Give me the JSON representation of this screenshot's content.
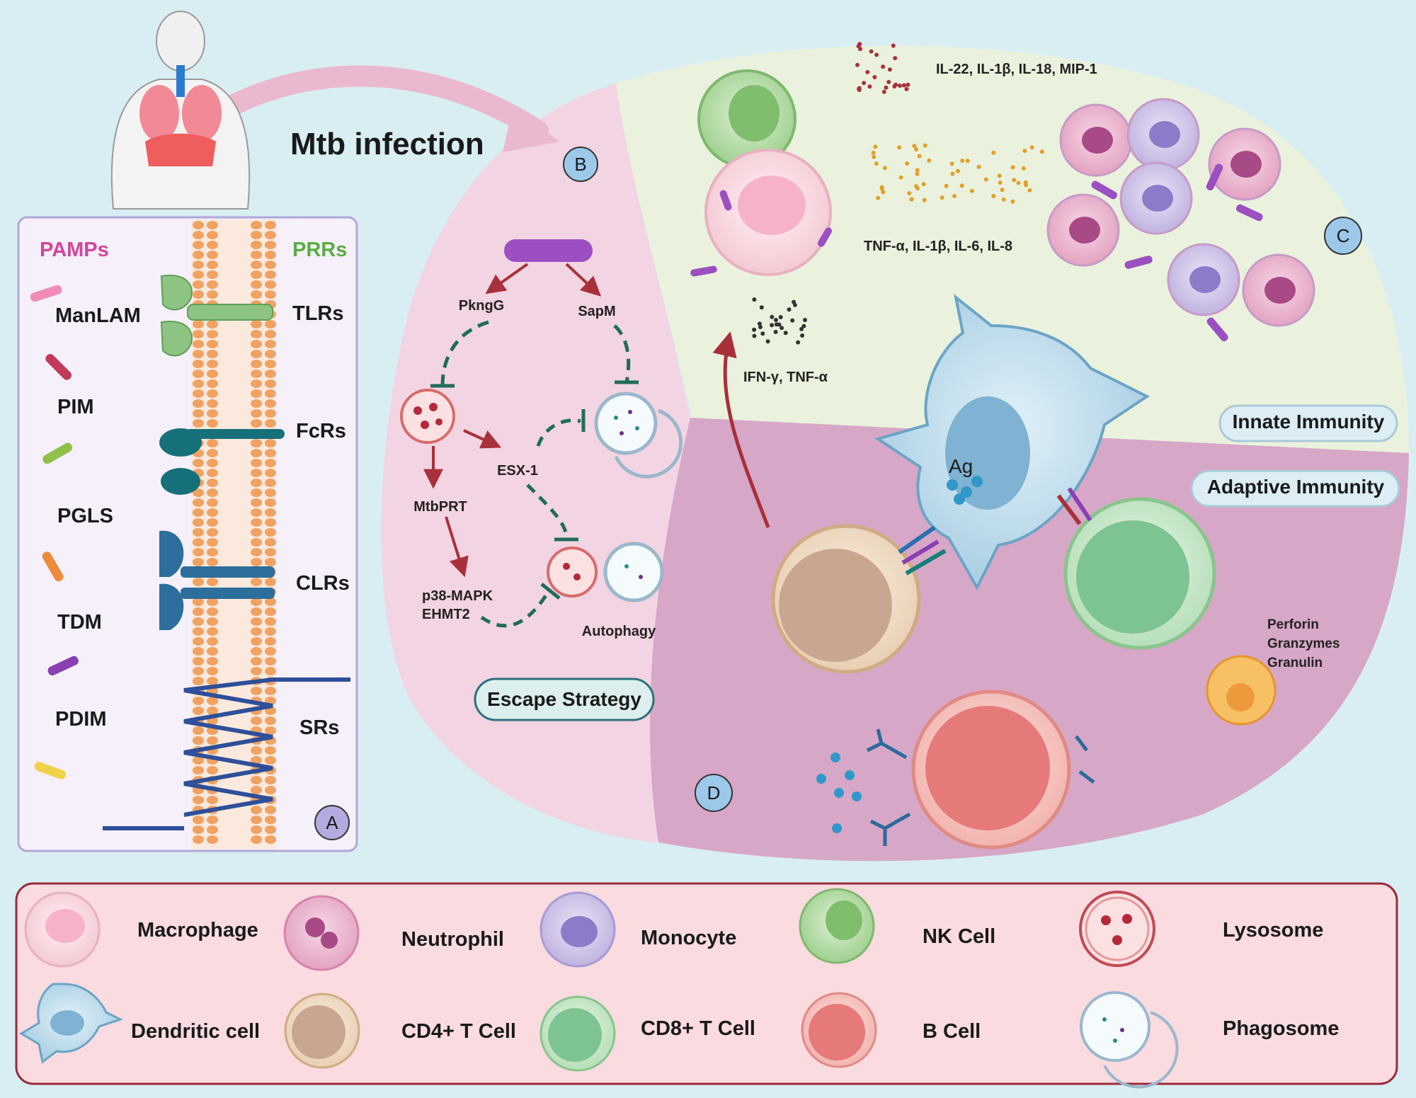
{
  "title": "Mtb infection",
  "panel_a": {
    "left_heading": "PAMPs",
    "right_heading": "PRRs",
    "pamps": [
      "ManLAM",
      "PIM",
      "PGLS",
      "TDM",
      "PDIM"
    ],
    "prrs": [
      "TLRs",
      "FcRs",
      "CLRs",
      "SRs"
    ],
    "badge": "A",
    "colors": {
      "pamps_heading": "#d2459c",
      "prrs_heading": "#5aac44"
    }
  },
  "panel_b": {
    "badge": "B",
    "nodes": {
      "pkng": "PkngG",
      "sapm": "SapM",
      "esx1": "ESX-1",
      "mtbprt": "MtbPRT",
      "p38": "p38-MAPK",
      "ehmt2": "EHMT2",
      "autophagy": "Autophagy"
    },
    "caption": "Escape Strategy"
  },
  "panel_c": {
    "badge": "C",
    "cytokines_1": "IL-22, IL-1β, IL-18, MIP-1",
    "cytokines_2": "TNF-α, IL-1β, IL-6, IL-8",
    "cytokines_3": "IFN-γ, TNF-α",
    "caption": "Innate Immunity"
  },
  "panel_d": {
    "badge": "D",
    "antigen": "Ag",
    "caption": "Adaptive Immunity",
    "effectors": [
      "Perforin",
      "Granzymes",
      "Granulin"
    ]
  },
  "legend": {
    "items": [
      "Macrophage",
      "Neutrophil",
      "Monocyte",
      "NK Cell",
      "Lysosome",
      "Dendritic cell",
      "CD4+ T Cell",
      "CD8+ T Cell",
      "B Cell",
      "Phagosome"
    ]
  }
}
